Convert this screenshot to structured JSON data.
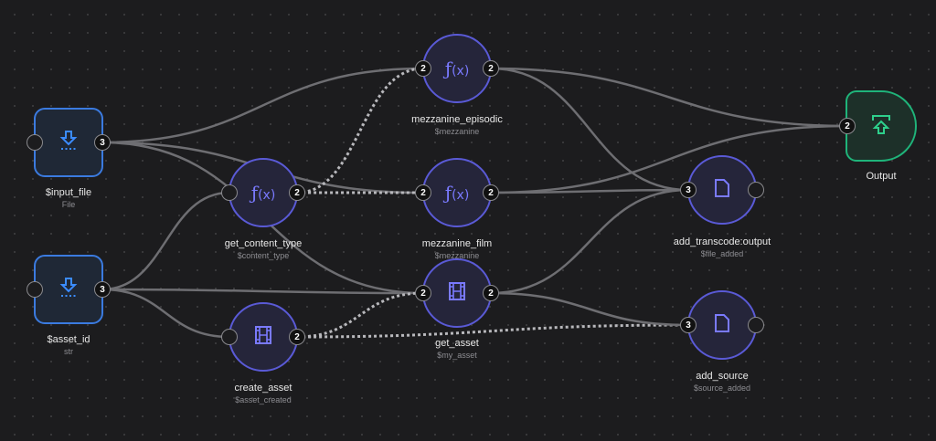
{
  "nodes": [
    {
      "id": "input_file",
      "kind": "input",
      "icon": "download-icon",
      "title": "$input_file",
      "subtitle": "File",
      "in_port": "",
      "out_port": "3"
    },
    {
      "id": "asset_id",
      "kind": "input",
      "icon": "download-icon",
      "title": "$asset_id",
      "subtitle": "str",
      "in_port": "",
      "out_port": "3"
    },
    {
      "id": "get_content_type",
      "kind": "function",
      "icon": "function-icon",
      "title": "get_content_type",
      "subtitle": "$content_type",
      "in_port": "",
      "out_port": "2"
    },
    {
      "id": "create_asset",
      "kind": "media",
      "icon": "film-icon",
      "title": "create_asset",
      "subtitle": "$asset_created",
      "in_port": "",
      "out_port": "2"
    },
    {
      "id": "mezzanine_episodic",
      "kind": "function",
      "icon": "function-icon",
      "title": "mezzanine_episodic",
      "subtitle": "$mezzanine",
      "in_port": "2",
      "out_port": "2"
    },
    {
      "id": "mezzanine_film",
      "kind": "function",
      "icon": "function-icon",
      "title": "mezzanine_film",
      "subtitle": "$mezzanine",
      "in_port": "2",
      "out_port": "2"
    },
    {
      "id": "get_asset",
      "kind": "media",
      "icon": "film-icon",
      "title": "get_asset",
      "subtitle": "$my_asset",
      "in_port": "2",
      "out_port": "2"
    },
    {
      "id": "add_transcode",
      "kind": "file",
      "icon": "file-icon",
      "title": "add_transcode:output",
      "subtitle": "$file_added",
      "in_port": "3",
      "out_port": ""
    },
    {
      "id": "add_source",
      "kind": "file",
      "icon": "file-icon",
      "title": "add_source",
      "subtitle": "$source_added",
      "in_port": "3",
      "out_port": ""
    },
    {
      "id": "output",
      "kind": "output",
      "icon": "upload-icon",
      "title": "Output",
      "subtitle": "",
      "in_port": "2",
      "out_port": null
    }
  ],
  "edges": [
    {
      "from": "input_file",
      "to": "mezzanine_episodic",
      "style": "solid"
    },
    {
      "from": "input_file",
      "to": "mezzanine_film",
      "style": "solid"
    },
    {
      "from": "input_file",
      "to": "get_asset",
      "style": "solid"
    },
    {
      "from": "asset_id",
      "to": "get_content_type",
      "style": "solid"
    },
    {
      "from": "asset_id",
      "to": "create_asset",
      "style": "solid"
    },
    {
      "from": "asset_id",
      "to": "get_asset",
      "style": "solid"
    },
    {
      "from": "get_content_type",
      "to": "mezzanine_episodic",
      "style": "dotted"
    },
    {
      "from": "get_content_type",
      "to": "mezzanine_film",
      "style": "dotted"
    },
    {
      "from": "create_asset",
      "to": "get_asset",
      "style": "dotted"
    },
    {
      "from": "create_asset",
      "to": "add_source",
      "style": "dotted"
    },
    {
      "from": "mezzanine_episodic",
      "to": "output",
      "style": "solid"
    },
    {
      "from": "mezzanine_episodic",
      "to": "add_transcode",
      "style": "solid"
    },
    {
      "from": "mezzanine_film",
      "to": "add_transcode",
      "style": "solid"
    },
    {
      "from": "mezzanine_film",
      "to": "output",
      "style": "solid"
    },
    {
      "from": "get_asset",
      "to": "add_transcode",
      "style": "solid"
    },
    {
      "from": "get_asset",
      "to": "add_source",
      "style": "solid"
    }
  ]
}
